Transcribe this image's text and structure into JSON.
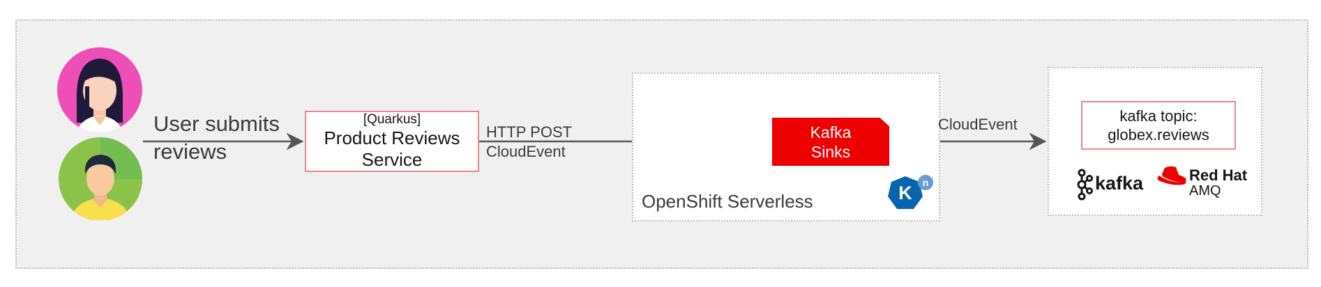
{
  "diagram": {
    "actors": {
      "label_line1": "User submits",
      "label_line2": "reviews"
    },
    "service": {
      "tag": "[Quarkus]",
      "name_line1": "Product Reviews",
      "name_line2": "Service"
    },
    "edge_service_to_sink": {
      "line1": "HTTP POST",
      "line2": "CloudEvent"
    },
    "serverless_panel": {
      "label": "OpenShift Serverless",
      "knative_letter": "K",
      "knative_sup": "n"
    },
    "sink": {
      "line1": "Kafka",
      "line2": "Sinks"
    },
    "edge_sink_to_topic": {
      "label": "CloudEvent"
    },
    "amq_panel": {
      "topic_line1": "kafka topic:",
      "topic_line2": "globex.reviews",
      "kafka_logo_text": "kafka",
      "redhat_line1": "Red Hat",
      "redhat_line2": "AMQ"
    }
  },
  "colors": {
    "red": "#ee0000",
    "box_border": "#e8898b",
    "avatar_pink": "#ee4fb6",
    "avatar_green": "#8bc34a",
    "knative_blue": "#0865ad",
    "arrow": "#555555"
  }
}
